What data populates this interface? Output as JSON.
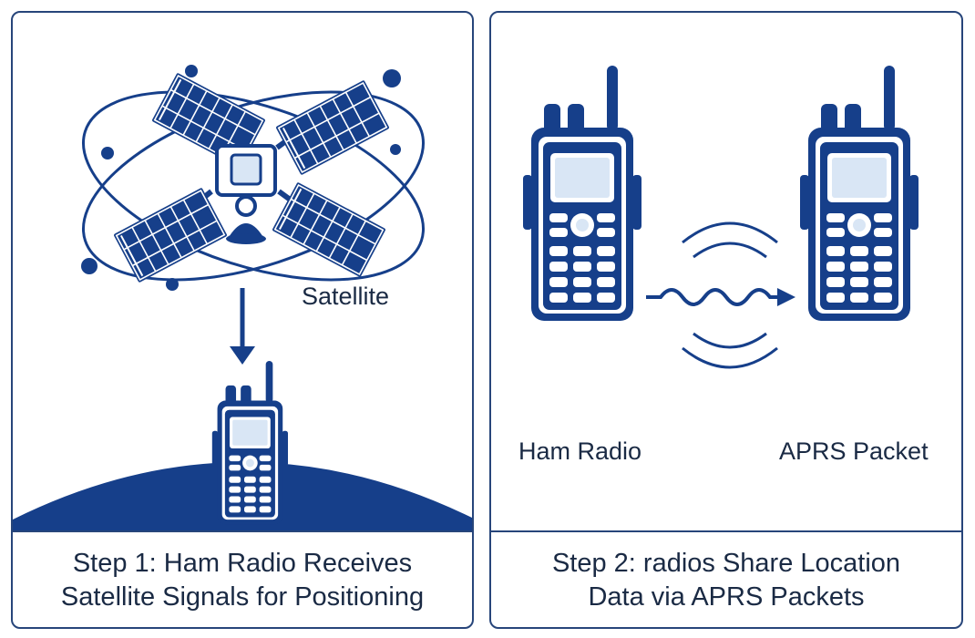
{
  "colors": {
    "primary": "#163f8a",
    "light": "#d9e6f5",
    "text": "#1a2a44"
  },
  "step1": {
    "satellite_label": "Satellite",
    "caption_line1": "Step 1: Ham Radio Receives",
    "caption_line2": "Satellite Signals for Positioning"
  },
  "step2": {
    "left_label": "Ham Radio",
    "right_label": "APRS Packet",
    "caption_line1": "Step 2: radios Share Location",
    "caption_line2": "Data via APRS Packets"
  },
  "icons": [
    "satellite-icon",
    "orbit-icon",
    "ham-radio-icon",
    "earth-icon",
    "radio-waves-icon",
    "arrow-icon"
  ]
}
